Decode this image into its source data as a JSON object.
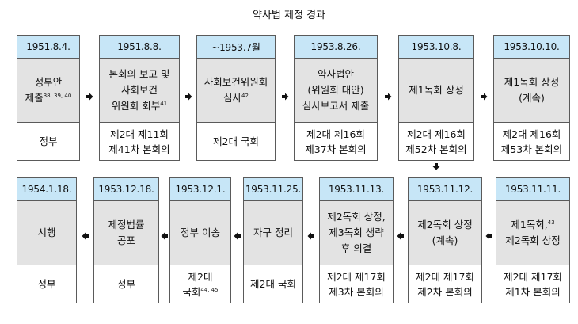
{
  "title": "약사법 제정 경과",
  "row1": [
    {
      "date": "1951.8.4.",
      "desc": [
        {
          "text": "정부안"
        },
        {
          "text": "제출",
          "sup": "38, 39, 40"
        }
      ],
      "body": [
        {
          "text": "정부"
        }
      ]
    },
    {
      "date": "1951.8.8.",
      "desc": [
        {
          "text": "본회의 보고 및"
        },
        {
          "text": "사회보건"
        },
        {
          "text": "위원회 회부",
          "sup": "41"
        }
      ],
      "body": [
        {
          "text": "제2대 제11회"
        },
        {
          "text": "제41차 본회의"
        }
      ]
    },
    {
      "date": "~1953.7월",
      "desc": [
        {
          "text": "사회보건위원회"
        },
        {
          "text": "심사",
          "sup": "42"
        }
      ],
      "body": [
        {
          "text": "제2대 국회"
        }
      ]
    },
    {
      "date": "1953.8.26.",
      "desc": [
        {
          "text": "약사법안"
        },
        {
          "text": "(위원회 대안)"
        },
        {
          "text": "심사보고서 제출"
        }
      ],
      "body": [
        {
          "text": "제2대 제16회"
        },
        {
          "text": "제37차 본회의"
        }
      ]
    },
    {
      "date": "1953.10.8.",
      "desc": [
        {
          "text": "제1독회 상정"
        }
      ],
      "body": [
        {
          "text": "제2대 제16회"
        },
        {
          "text": "제52차 본회의"
        }
      ]
    },
    {
      "date": "1953.10.10.",
      "desc": [
        {
          "text": "제1독회 상정"
        },
        {
          "text": "(계속)"
        }
      ],
      "body": [
        {
          "text": "제2대 제16회"
        },
        {
          "text": "제53차 본회의"
        }
      ]
    }
  ],
  "row2": [
    {
      "date": "1954.1.18.",
      "desc": [
        {
          "text": "시행"
        }
      ],
      "body": [
        {
          "text": "정부"
        }
      ]
    },
    {
      "date": "1953.12.18.",
      "desc": [
        {
          "text": "제정법률"
        },
        {
          "text": "공포"
        }
      ],
      "body": [
        {
          "text": "정부"
        }
      ]
    },
    {
      "date": "1953.12.1.",
      "desc": [
        {
          "text": "정부 이송"
        }
      ],
      "body": [
        {
          "text": "제2대"
        },
        {
          "text": "국회",
          "sup": "44, 45"
        }
      ]
    },
    {
      "date": "1953.11.25.",
      "desc": [
        {
          "text": "자구 정리"
        }
      ],
      "body": [
        {
          "text": "제2대 국회"
        }
      ]
    },
    {
      "date": "1953.11.13.",
      "desc": [
        {
          "text": "제2독회 상정,"
        },
        {
          "text": "제3독회 생략"
        },
        {
          "text": "후 의결"
        }
      ],
      "body": [
        {
          "text": "제2대 제17회"
        },
        {
          "text": "제3차 본회의"
        }
      ]
    },
    {
      "date": "1953.11.12.",
      "desc": [
        {
          "text": "제2독회 상정"
        },
        {
          "text": "(계속)"
        }
      ],
      "body": [
        {
          "text": "제2대 제17회"
        },
        {
          "text": "제2차 본회의"
        }
      ]
    },
    {
      "date": "1953.11.11.",
      "desc": [
        {
          "text": "제1독회,",
          "sup": "43"
        },
        {
          "text": "제2독회 상정"
        }
      ],
      "body": [
        {
          "text": "제2대 제17회"
        },
        {
          "text": "제1차 본회의"
        }
      ]
    }
  ]
}
